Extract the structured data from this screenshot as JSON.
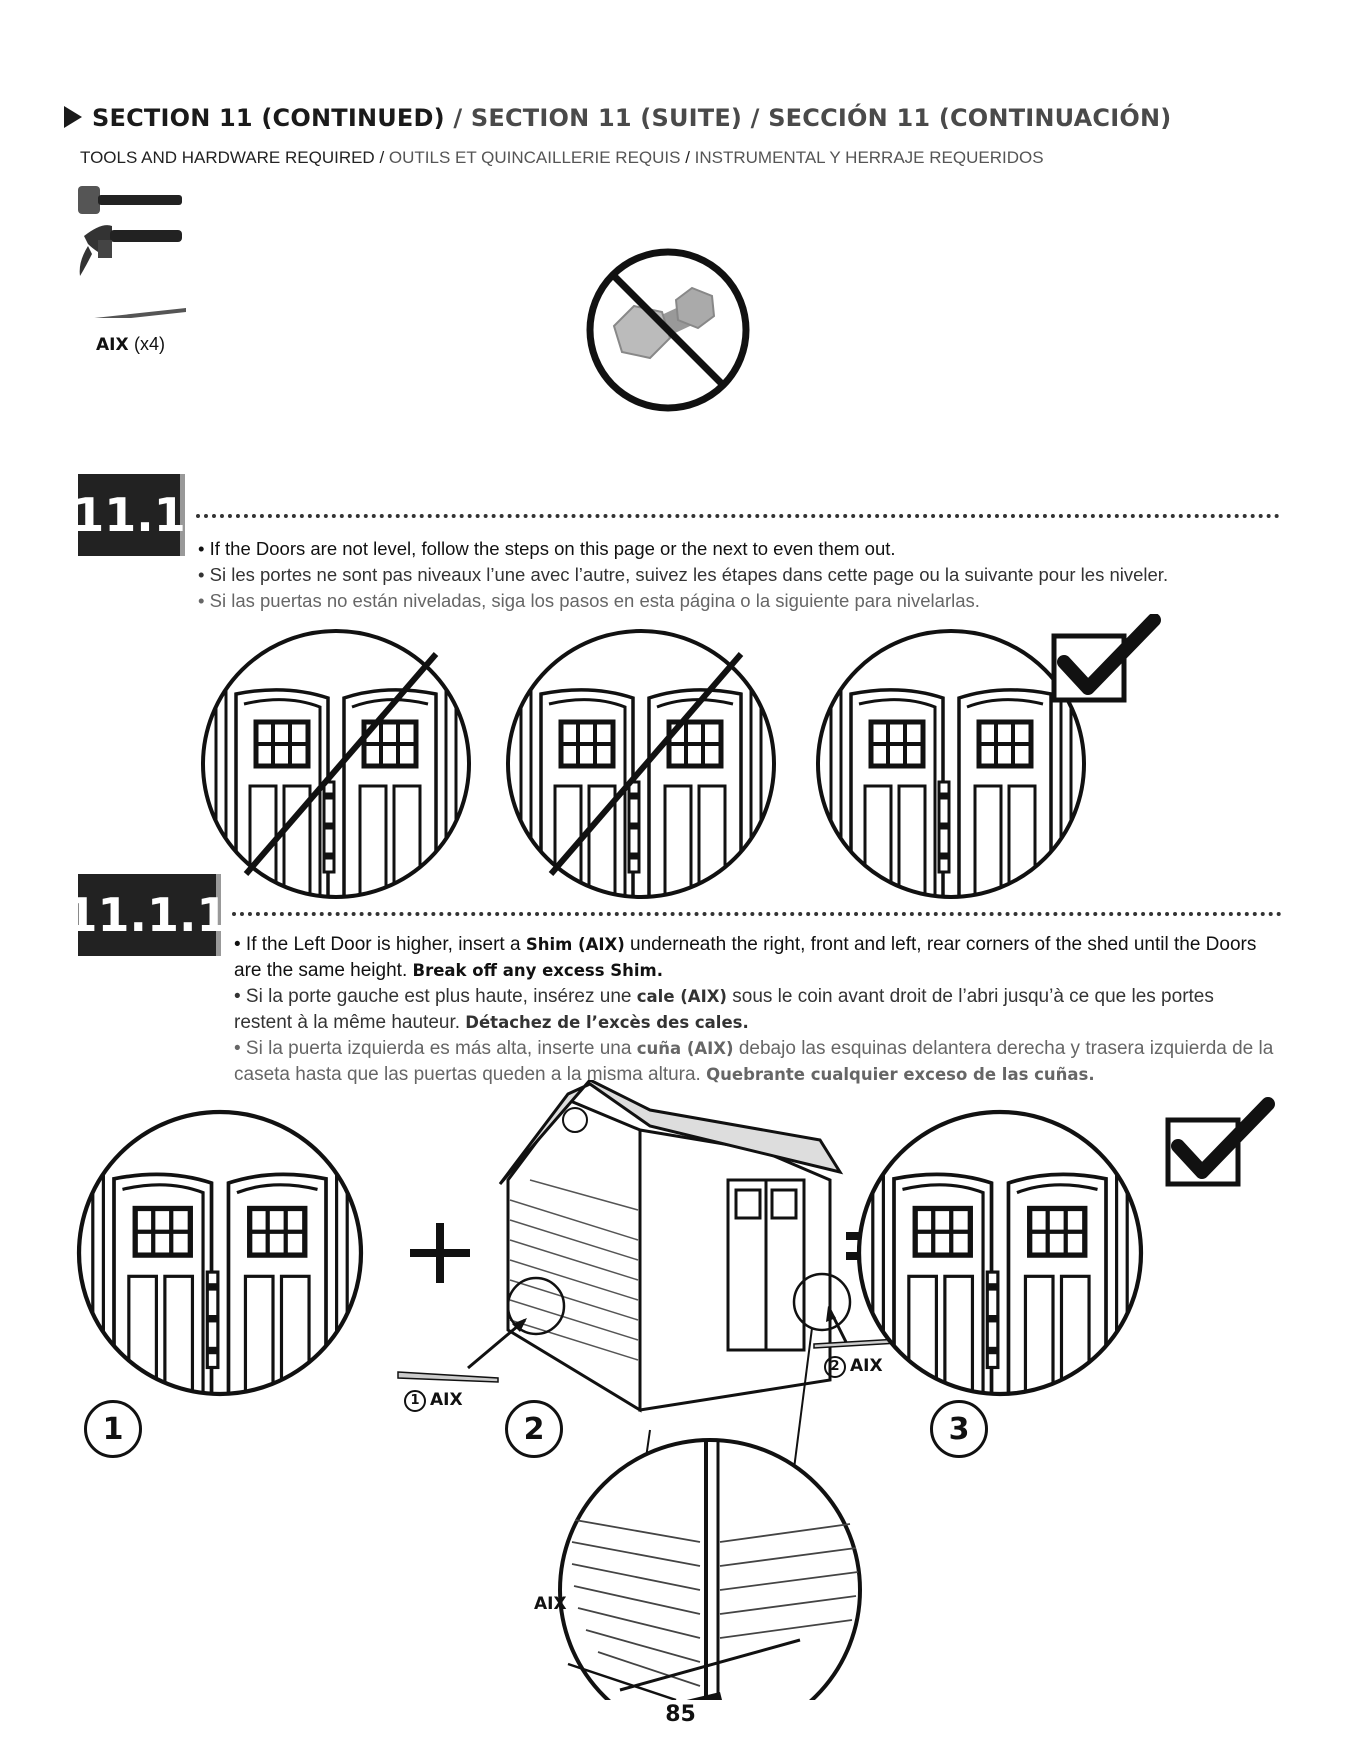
{
  "header": {
    "title_en": "SECTION 11 (CONTINUED)",
    "title_fr": "SECTION 11 (SUITE)",
    "title_es": "SECCIÓN 11 (CONTINUACIÓN)",
    "separator": " / ",
    "tools_en": "TOOLS AND HARDWARE REQUIRED",
    "tools_fr": "OUTILS ET QUINCAILLERIE REQUIS",
    "tools_es": "INSTRUMENTAL Y HERRAJE REQUERIDOS"
  },
  "hardware": {
    "part_code": "AIX",
    "part_qty": "(x4)",
    "icons": [
      "rubber-mallet-icon",
      "claw-hammer-icon",
      "shim-icon",
      "no-nut-bolt-icon"
    ]
  },
  "step_11_1": {
    "badge": "11.1",
    "line_en": "• If the Doors are not level, follow the steps on this page or the next to even them out.",
    "line_fr": "• Si les portes ne sont pas niveaux l’une avec l’autre, suivez les étapes dans cette page ou la suivante pour les niveler.",
    "line_es": "• Si las puertas no están niveladas, siga los pasos en esta página o la siguiente para nivelarlas."
  },
  "step_11_1_1": {
    "badge": "11.1.1",
    "en_pre": "• If the Left Door is higher, insert a ",
    "en_b1": "Shim (AIX)",
    "en_mid": " underneath the right, front and left, rear corners of the shed until the Doors are the same height. ",
    "en_b2": "Break off any excess Shim.",
    "fr_pre": "• Si la porte gauche est plus haute, insérez une ",
    "fr_b1": "cale (AIX)",
    "fr_mid": " sous le coin avant droit de l’abri jusqu’à ce que les portes restent à la même hauteur. ",
    "fr_b2": "Détachez de l’excès des cales.",
    "es_pre": "• Si la puerta izquierda es más alta, inserte una ",
    "es_b1": "cuña (AIX)",
    "es_mid": " debajo las esquinas delantera derecha y trasera izquierda de la caseta hasta que las puertas queden a la misma altura. ",
    "es_b2": "Quebrante cualquier exceso de las cuñas."
  },
  "diagram": {
    "plus": "+",
    "equals": "=",
    "steps": [
      "1",
      "2",
      "3"
    ],
    "callout_1": "1",
    "callout_2": "2",
    "aix": "AIX"
  },
  "page_number": "85"
}
